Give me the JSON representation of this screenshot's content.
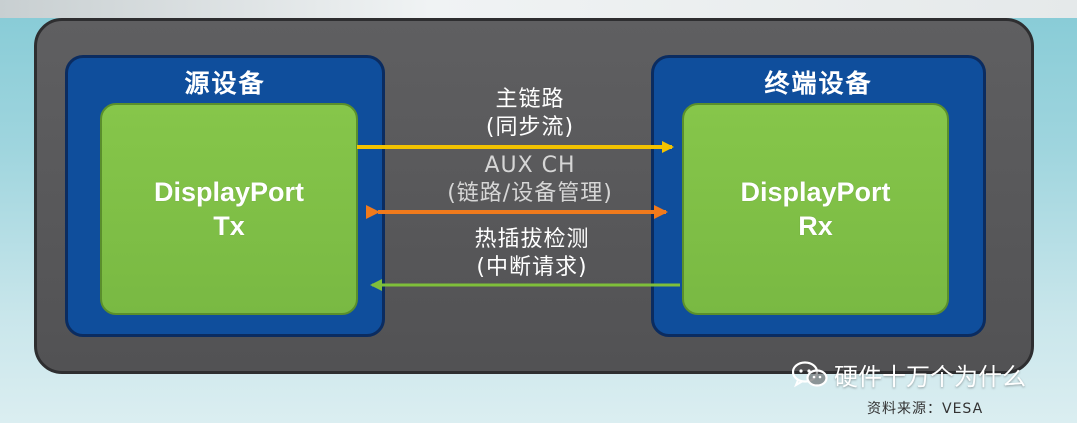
{
  "source_device": {
    "title": "源设备",
    "chip_line1": "DisplayPort",
    "chip_line2": "Tx"
  },
  "sink_device": {
    "title": "终端设备",
    "chip_line1": "DisplayPort",
    "chip_line2": "Rx"
  },
  "links": {
    "main_line1": "主链路",
    "main_line2": "(同步流)",
    "aux_line1": "AUX CH",
    "aux_line2": "(链路/设备管理)",
    "hpd_line1": "热插拔检测",
    "hpd_line2": "(中断请求)"
  },
  "colors": {
    "main_link": "#f2c200",
    "aux_link": "#f07a1c",
    "hpd_link": "#7fbf3a",
    "device_blue": "#0f4e9c",
    "chip_green": "#7dbd45",
    "panel_gray": "#5a5a5c"
  },
  "watermark": {
    "icon": "wechat-icon",
    "text": "硬件十万个为什么"
  },
  "source_note": "资料来源：VESA"
}
